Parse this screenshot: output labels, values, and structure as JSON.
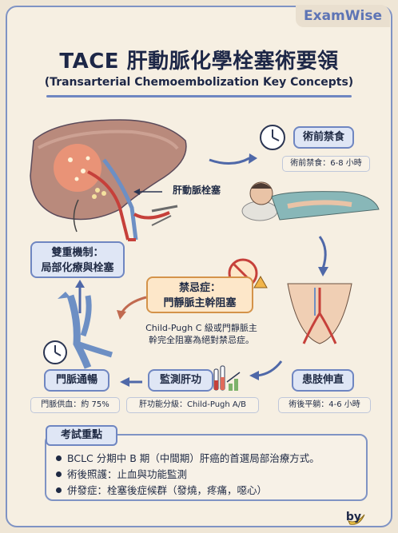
{
  "brand": "ExamWise",
  "title": "TACE 肝動脈化學栓塞術要領",
  "subtitle": "(Transarterial Chemoembolization Key Concepts)",
  "labels": {
    "hepatic_artery_embolism": "肝動脈栓塞",
    "dual_mechanism": [
      "雙重機制：",
      "局部化療與栓塞"
    ],
    "contraindication": [
      "禁忌症：",
      "門靜脈主幹阻塞"
    ],
    "contraindication_note": [
      "Child-Pugh C 級或門靜脈主",
      "幹完全阻塞為絕對禁忌症。"
    ]
  },
  "steps": [
    {
      "title": "術前禁食",
      "note": "術前禁食：6-8 小時"
    },
    {
      "title": "患肢伸直",
      "note": "術後平躺：4-6 小時"
    },
    {
      "title": "監測肝功",
      "note": "肝功能分級：Child-Pugh A/B"
    },
    {
      "title": "門脈通暢",
      "note": "門脈供血：約 75%"
    }
  ],
  "exam": {
    "title": "考試重點",
    "points": [
      "BCLC 分期中 B 期（中間期）肝癌的首選局部治療方式。",
      "術後照護：止血與功能監測",
      "併發症：栓塞後症候群（發燒，疼痛，噁心）"
    ]
  },
  "footer": {
    "by": "by"
  },
  "icons": [
    "clock-icon",
    "clock-icon",
    "lab-chart-icon",
    "no-entry-icon",
    "banana-icon"
  ],
  "colors": {
    "accent": "#6f86c1",
    "warning": "#d4934a",
    "background": "#f6efe2"
  }
}
